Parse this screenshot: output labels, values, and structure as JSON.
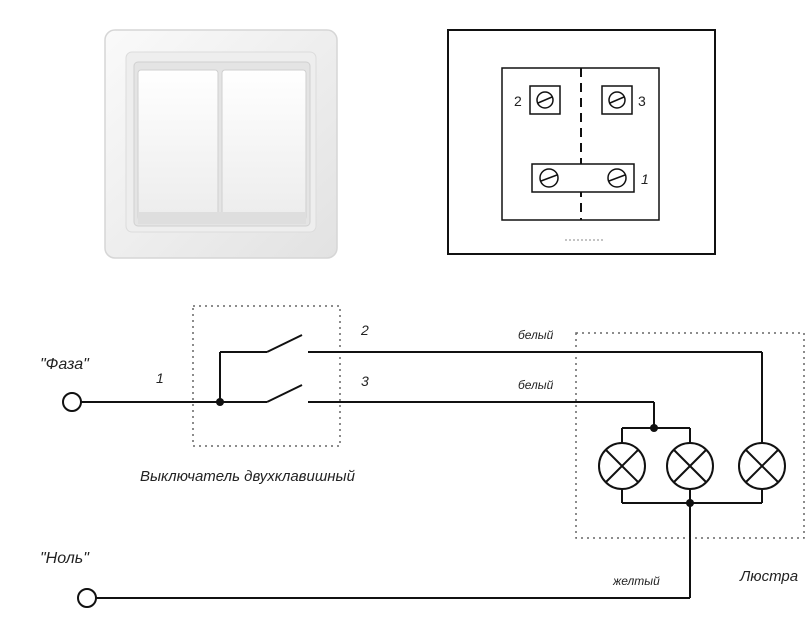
{
  "labels": {
    "phase": "\"Фаза\"",
    "neutral": "\"Ноль\"",
    "switch_caption": "Выключатель двухклавишный",
    "chandelier": "Люстра",
    "wire_white_1": "белый",
    "wire_white_2": "белый",
    "wire_yellow": "желтый",
    "terminal_1": "1",
    "terminal_2": "2",
    "terminal_3": "3",
    "line_1": "1",
    "line_2": "2",
    "line_3": "3"
  },
  "colors": {
    "line": "#111111",
    "frame": "#e9e9e9",
    "key": "#f7f7f7",
    "dotted": "#666666"
  }
}
